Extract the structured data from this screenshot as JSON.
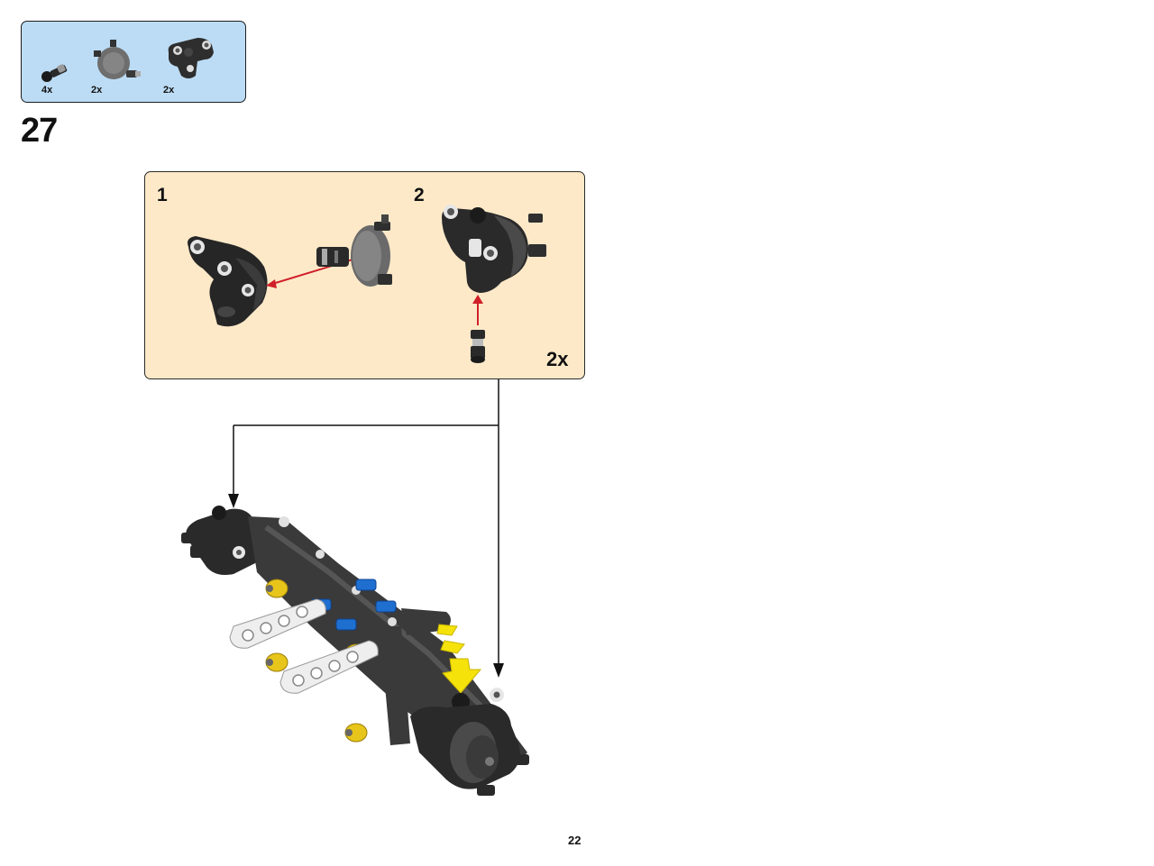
{
  "parts_list": {
    "items": [
      {
        "name": "axle-pin-with-ball",
        "qty": "4x"
      },
      {
        "name": "hub-disc",
        "qty": "2x"
      },
      {
        "name": "steering-knuckle",
        "qty": "2x"
      }
    ]
  },
  "step": {
    "number": "27"
  },
  "sub_assembly": {
    "steps": [
      {
        "number": "1"
      },
      {
        "number": "2"
      }
    ],
    "multiplier": "2x"
  },
  "page": {
    "number": "22"
  },
  "colors": {
    "parts_box_bg": "#bcdcf5",
    "sub_box_bg": "#fde9c8",
    "arrow_red": "#d0202a",
    "action_arrow_yellow": "#f5e20a",
    "brick_dark": "#3a3a3a",
    "brick_light": "#e8e8e8",
    "pin_yellow": "#e8c51a",
    "pin_blue": "#1f6fd1"
  }
}
